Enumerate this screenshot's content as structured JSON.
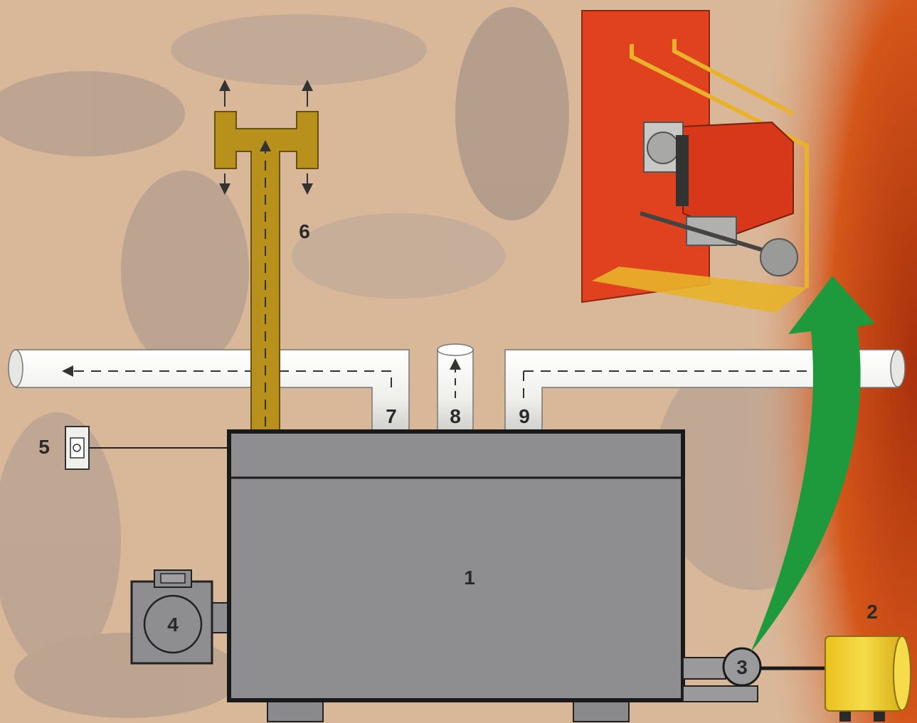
{
  "labels": {
    "boiler": "1",
    "tank": "2",
    "pump": "3",
    "fan_unit": "4",
    "control_switch": "5",
    "chimney": "6",
    "outlet_pipe_left": "7",
    "safety_vent": "8",
    "outlet_pipe_right": "9"
  },
  "colors": {
    "background": "#d9b89a",
    "boiler_body": "#8e8e90",
    "outline": "#1a1a1a",
    "chimney": "#b8901c",
    "pipe": "#f4f4f2",
    "tank": "#f2d43a",
    "burner_panel": "#e0411e",
    "burner_frame": "#e8b22a",
    "arrow": "#1e9a3c",
    "flame": "#d4561a"
  },
  "icons": {
    "burner_photo": "burner-unit-icon",
    "flow_arrow": "flow-arrow-icon"
  }
}
